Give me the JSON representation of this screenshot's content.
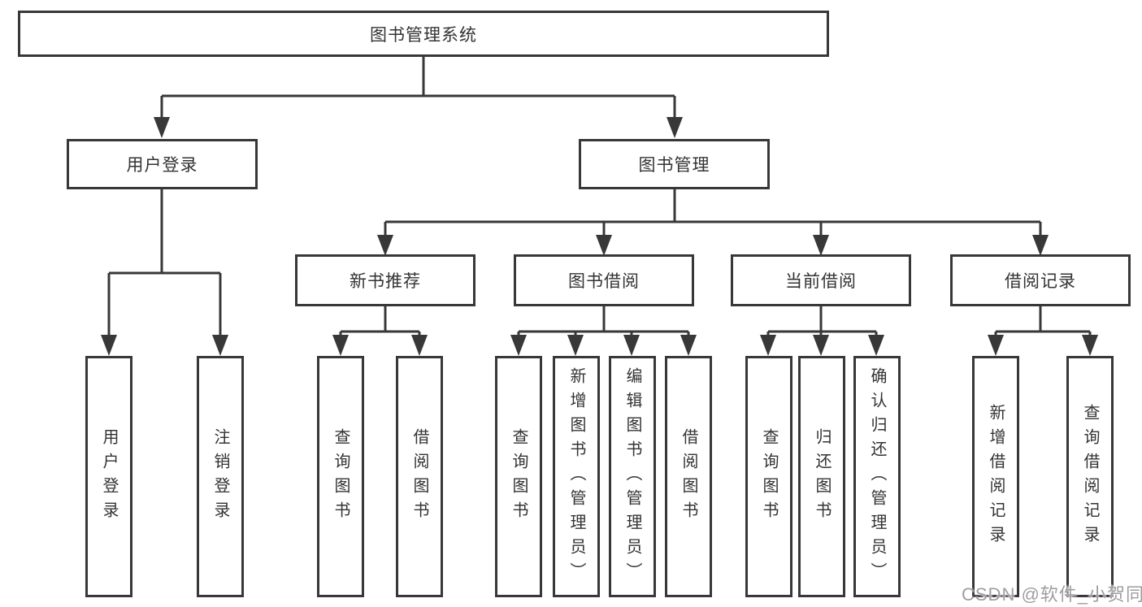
{
  "nodes": {
    "root": "图书管理系统",
    "level2": [
      "用户登录",
      "图书管理"
    ],
    "level3": [
      "新书推荐",
      "图书借阅",
      "当前借阅",
      "借阅记录"
    ],
    "login_children": [
      "用户登录",
      "注销登录"
    ],
    "newbook_children": [
      "查询图书",
      "借阅图书"
    ],
    "borrow_children": [
      "查询图书",
      "新增图书（管理员）",
      "编辑图书（管理员）",
      "借阅图书"
    ],
    "current_children": [
      "查询图书",
      "归还图书",
      "确认归还（管理员）"
    ],
    "records_children": [
      "新增借阅记录",
      "查询借阅记录"
    ]
  },
  "watermark": "CSDN @软件_小贺同学",
  "colors": {
    "line": "#383838",
    "text": "#333333",
    "watermark": "#9e9e9e",
    "background": "#ffffff"
  }
}
